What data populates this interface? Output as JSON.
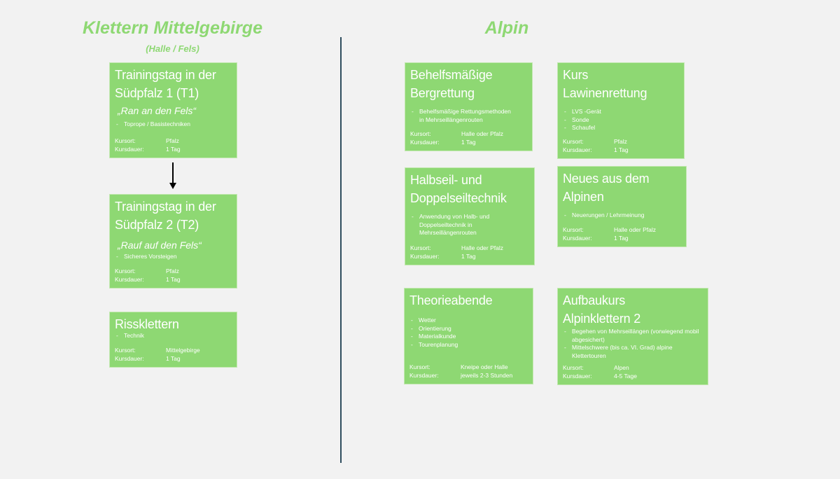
{
  "left": {
    "title": "Klettern Mittelgebirge",
    "subtitle": "(Halle / Fels)"
  },
  "right": {
    "title": "Alpin"
  },
  "labels": {
    "location": "Kursort:",
    "duration": "Kursdauer:"
  },
  "colors": {
    "card": "#8ed873",
    "heading": "#8ed873",
    "divider": "#2e4d5e",
    "background": "#f2f2f2"
  },
  "cards": [
    {
      "title_lines": [
        "Trainingstag in der",
        "Südpfalz 1 (T1)"
      ],
      "subtitle": "„Ran an den Fels“",
      "bullets": [
        "Toprope  / Basistechniken"
      ],
      "location": "Pfalz",
      "duration": "1 Tag"
    },
    {
      "title_lines": [
        "Trainingstag in der",
        "Südpfalz 2 (T2)"
      ],
      "subtitle": "„Rauf auf den Fels“",
      "bullets": [
        "Sicheres Vorsteigen"
      ],
      "location": "Pfalz",
      "duration": "1 Tag"
    },
    {
      "title_lines": [
        "Rissklettern"
      ],
      "bullets": [
        "Technik"
      ],
      "location": "Mittelgebirge",
      "duration": "1 Tag"
    },
    {
      "title_lines": [
        "Behelfsmäßige",
        "Bergrettung"
      ],
      "bullets": [
        "Behelfsmäßige Rettungsmethoden in Mehrseillängenrouten"
      ],
      "location": "Halle oder Pfalz",
      "duration": "1 Tag"
    },
    {
      "title_lines": [
        "Kurs",
        "Lawinenrettung"
      ],
      "bullets": [
        "LVS -Gerät",
        "Sonde",
        "Schaufel"
      ],
      "location": "Pfalz",
      "duration": "1 Tag"
    },
    {
      "title_lines": [
        "Halbseil- und",
        "Doppelseiltechnik"
      ],
      "bullets": [
        "Anwendung von Halb- und Doppelseiltechnik in Mehrseillängenrouten"
      ],
      "location": "Halle oder Pfalz",
      "duration": "1 Tag"
    },
    {
      "title_lines": [
        "Neues aus dem",
        "Alpinen"
      ],
      "bullets": [
        "Neuerungen / Lehrmeinung"
      ],
      "location": "Halle oder Pfalz",
      "duration": "1 Tag"
    },
    {
      "title_lines": [
        "Theorieabende"
      ],
      "bullets": [
        "Wetter",
        "Orientierung",
        "Materialkunde",
        "Tourenplanung"
      ],
      "location": "Kneipe oder Halle",
      "duration": "jeweils 2-3 Stunden"
    },
    {
      "title_lines": [
        "Aufbaukurs",
        "Alpinklettern 2"
      ],
      "bullets": [
        "Begehen von Mehrseillängen (vorwiegend mobil abgesichert)",
        "Mittelschwere (bis ca. VI. Grad) alpine Klettertouren"
      ],
      "location": "Alpen",
      "duration": "4-5 Tage"
    }
  ]
}
